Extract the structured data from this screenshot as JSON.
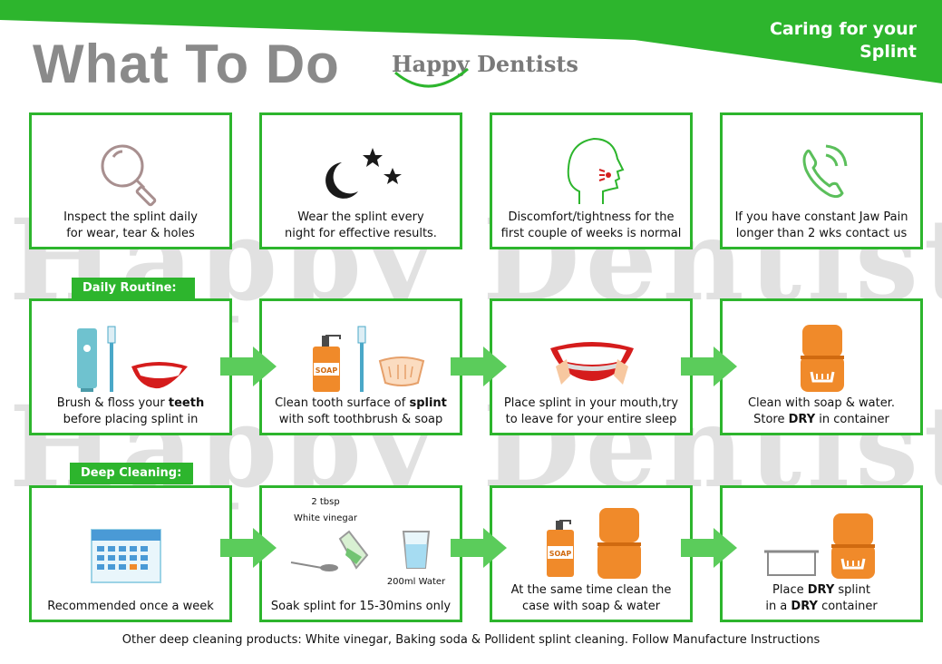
{
  "header": {
    "banner_title_line1": "Caring for your",
    "banner_title_line2": "Splint",
    "main_title": "What To Do",
    "logo_text": "Happy Dentists",
    "watermark": "Happy Dentists"
  },
  "colors": {
    "accent": "#2db52d",
    "title_gray": "#8a8a8a",
    "arrow": "#5bcc5b"
  },
  "sections": {
    "daily_routine": "Daily Routine:",
    "deep_cleaning": "Deep Cleaning:"
  },
  "cards": {
    "inspect": {
      "icon": "magnifier-icon",
      "line1": "Inspect the splint daily",
      "line2": "for wear, tear & holes"
    },
    "wear": {
      "icon": "moon-stars-icon",
      "line1": "Wear the splint every",
      "line2": "night for effective results."
    },
    "discomfort": {
      "icon": "head-profile-icon",
      "line1": "Discomfort/tightness for the",
      "line2": "first couple of weeks is normal"
    },
    "jaw_pain": {
      "icon": "phone-icon",
      "line1": "If you have constant Jaw Pain",
      "line2": "longer than 2 wks contact us"
    },
    "brush": {
      "icon": "toothpaste-icon",
      "line1_pre": "Brush & floss your ",
      "line1_bold": "teeth",
      "line2": "before placing splint in"
    },
    "clean_tooth": {
      "icon": "soap-brush-splint-icon",
      "line1_pre": "Clean tooth surface of ",
      "line1_bold": "splint",
      "line2": "with soft toothbrush & soap",
      "soap_label": "SOAP"
    },
    "place": {
      "icon": "mouth-splint-icon",
      "line1": "Place splint in your mouth,try",
      "line2": "to leave for your entire sleep"
    },
    "store": {
      "icon": "container-icon",
      "line1": "Clean with soap & water.",
      "line2_pre": "Store ",
      "line2_bold": "DRY",
      "line2_post": " in container"
    },
    "weekly": {
      "icon": "calendar-icon",
      "line1": "Recommended once a week"
    },
    "soak": {
      "icon": "vinegar-water-icon",
      "line1": "Soak splint for 15-30mins only",
      "label_tbsp": "2 tbsp",
      "label_vinegar": "White vinegar",
      "label_water": "200ml Water"
    },
    "case_clean": {
      "icon": "soap-case-icon",
      "line1": "At the same time clean the",
      "line2": "case with soap & water",
      "soap_label": "SOAP"
    },
    "place_dry": {
      "icon": "dry-container-icon",
      "line1_pre": "Place ",
      "line1_bold": "DRY",
      "line1_post": " splint",
      "line2_pre": "in a ",
      "line2_bold": "DRY",
      "line2_post": " container"
    }
  },
  "footer": "Other deep cleaning products: White vinegar, Baking soda & Pollident splint cleaning. Follow Manufacture Instructions"
}
